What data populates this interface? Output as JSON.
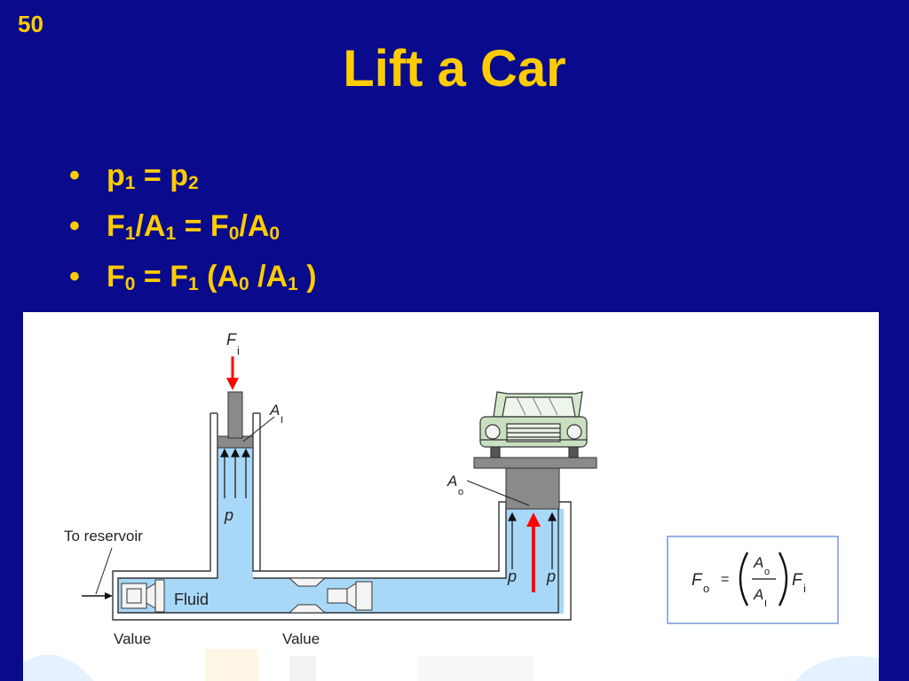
{
  "slide": {
    "number": "50",
    "title": "Lift a Car"
  },
  "bullets": [
    {
      "parts": [
        "p",
        "1",
        " = p",
        "2"
      ]
    },
    {
      "parts": [
        "F",
        "1",
        "/A",
        "1",
        " = F",
        "0",
        "/A",
        "0"
      ]
    },
    {
      "parts": [
        "F",
        "0",
        " = F",
        "1",
        " (A",
        "0",
        " /A",
        "1",
        " )"
      ]
    }
  ],
  "diagram": {
    "force_in_label": "F",
    "force_in_sub": "i",
    "area_in_label": "A",
    "area_in_sub": "I",
    "area_out_label": "A",
    "area_out_sub": "o",
    "pressure_label": "p",
    "reservoir_label": "To reservoir",
    "fluid_label": "Fluid",
    "valve_left_label": "Value",
    "valve_right_label": "Value",
    "formula": {
      "lhs": "F",
      "lhs_sub": "o",
      "equals": "=",
      "num": "A",
      "num_sub": "o",
      "den": "A",
      "den_sub": "I",
      "rhs": "F",
      "rhs_sub": "i"
    },
    "colors": {
      "fluid": "#a8d8f8",
      "force_arrow": "#ff0000",
      "piston": "#808080",
      "car_body": "#c8e0c0",
      "box_border": "#7799dd"
    }
  }
}
